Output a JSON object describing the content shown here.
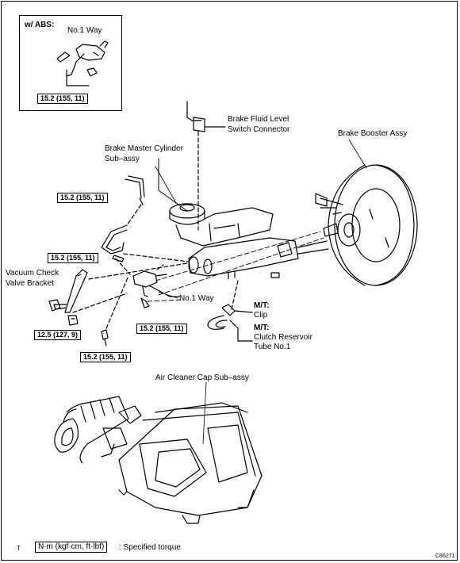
{
  "inset": {
    "title": "w/ ABS:",
    "label_no1_way": "No.1 Way",
    "torque": "15.2 (155, 11)"
  },
  "labels": {
    "brake_fluid_level_line1": "Brake Fluid Level",
    "brake_fluid_level_line2": "Switch Connector",
    "brake_booster": "Brake Booster Assy",
    "master_cylinder_line1": "Brake Master Cylinder",
    "master_cylinder_line2": "Sub–assy",
    "vacuum_check_line1": "Vacuum Check",
    "vacuum_check_line2": "Valve Bracket",
    "no1_way": "No.1 Way",
    "mt_1": "M/T:",
    "clip": "Clip",
    "mt_2": "M/T:",
    "clutch_line1": "Clutch Reservoir",
    "clutch_line2": "Tube No.1",
    "air_cleaner": "Air Cleaner Cap Sub–assy"
  },
  "torques": {
    "t1": "15.2 (155, 11)",
    "t2": "15.2 (155, 11)",
    "t3": "12.5 (127, 9)",
    "t4": "15.2 (155, 11)",
    "t5": "15.2 (155, 11)"
  },
  "legend": {
    "symbol": "T",
    "units": "N·m (kgf·cm, ft·lbf)",
    "description": ": Specified torque"
  },
  "figure_id": "C86271"
}
